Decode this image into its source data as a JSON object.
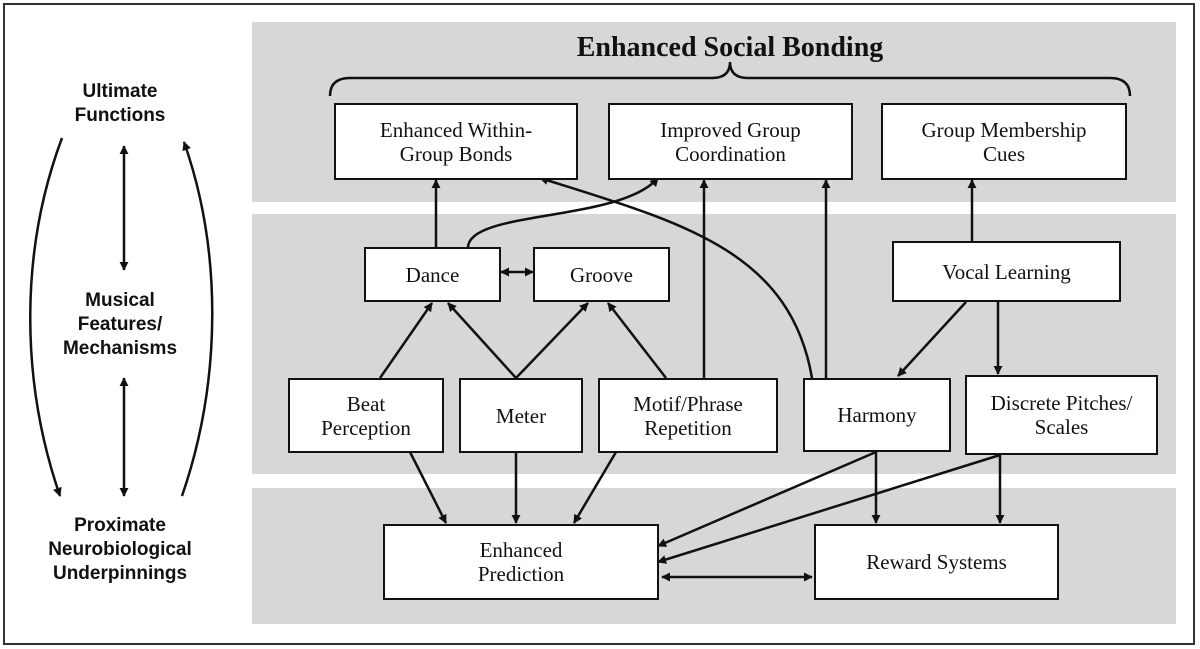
{
  "diagram": {
    "title": "Enhanced Social Bonding",
    "side_labels": {
      "ultimate": "Ultimate\nFunctions",
      "musical": "Musical\nFeatures/\nMechanisms",
      "proximate": "Proximate\nNeurobiological\nUnderpinnings"
    },
    "functions": {
      "within_group": "Enhanced Within-\nGroup Bonds",
      "coordination": "Improved Group\nCoordination",
      "membership": "Group Membership\nCues"
    },
    "features": {
      "dance": "Dance",
      "groove": "Groove",
      "vocal_learning": "Vocal Learning",
      "beat_perception": "Beat\nPerception",
      "meter": "Meter",
      "motif": "Motif/Phrase\nRepetition",
      "harmony": "Harmony",
      "discrete_pitches": "Discrete Pitches/\nScales"
    },
    "mechanisms": {
      "prediction": "Enhanced\nPrediction",
      "reward": "Reward Systems"
    }
  }
}
